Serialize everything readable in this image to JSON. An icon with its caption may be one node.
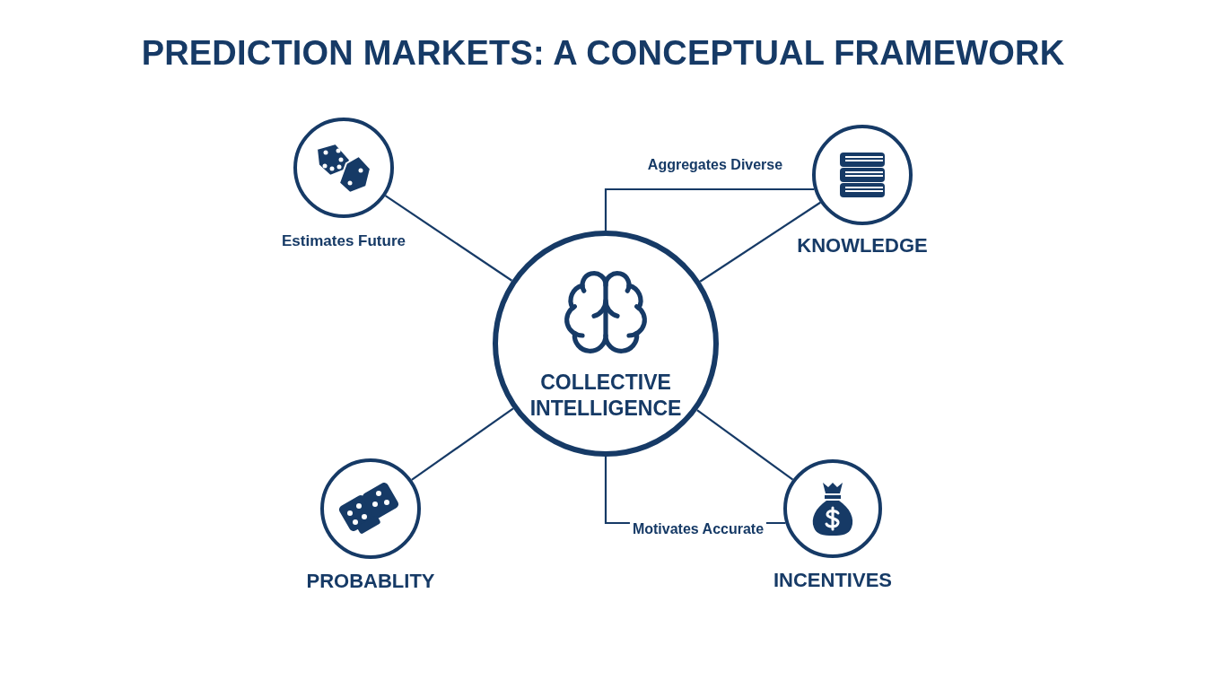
{
  "diagram": {
    "title": "PREDICTION MARKETS: A CONCEPTUAL FRAMEWORK",
    "nodes": [
      {
        "text": [
          "COLLECTIVE INTELLIGENCE"
        ]
      },
      {
        "text": [
          "Estimates Future"
        ]
      },
      {
        "text": [
          "KNOWLEDGE"
        ]
      },
      {
        "text": [
          "PROBABLITY"
        ]
      },
      {
        "text": [
          "INCENTIVES"
        ]
      }
    ],
    "edges": [
      {
        "from": 0,
        "to": 1,
        "arrow": "none"
      },
      {
        "from": 0,
        "to": 2,
        "arrow": "none"
      },
      {
        "from": 0,
        "to": 2,
        "arrow": "none",
        "label": "Aggregates Diverse"
      },
      {
        "from": 0,
        "to": 3,
        "arrow": "none"
      },
      {
        "from": 0,
        "to": 4,
        "arrow": "none"
      },
      {
        "from": 0,
        "to": 4,
        "arrow": "none",
        "label": "Motivates Accurate"
      }
    ]
  }
}
